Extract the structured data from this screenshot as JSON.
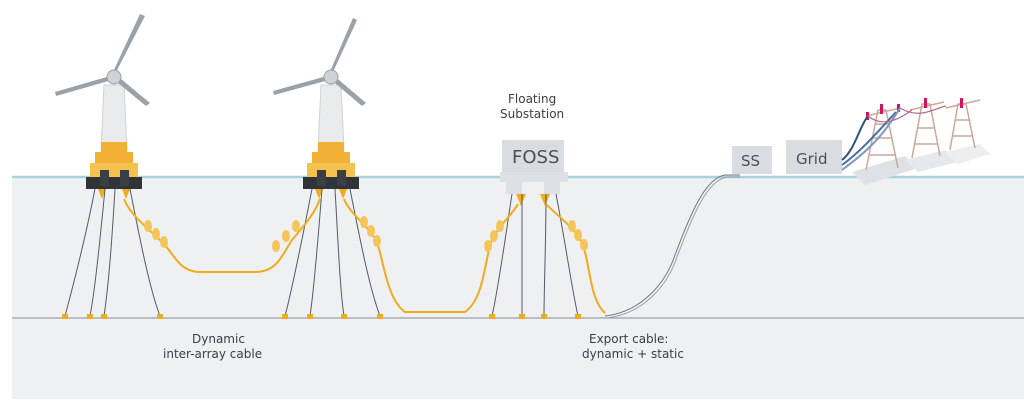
{
  "labels": {
    "floating_substation_line1": "Floating",
    "floating_substation_line2": "Substation",
    "foss": "FOSS",
    "ss": "SS",
    "grid": "Grid",
    "dynamic_line1": "Dynamic",
    "dynamic_line2": "inter-array cable",
    "export_line1": "Export cable:",
    "export_line2": "dynamic + static"
  },
  "colors": {
    "sea": "#eef0f2",
    "sea_line": "#a9d3dc",
    "cable": "#f0ac1e",
    "cable_node": "#f5c55a",
    "mooring": "#555c63",
    "tower": "#e9ebed",
    "blade": "#9aa1a8",
    "box": "#d9dde1",
    "pylon": "#c9a99a",
    "pylon_accent": "#d4145a",
    "grid_cable": "#2f4f7f"
  }
}
